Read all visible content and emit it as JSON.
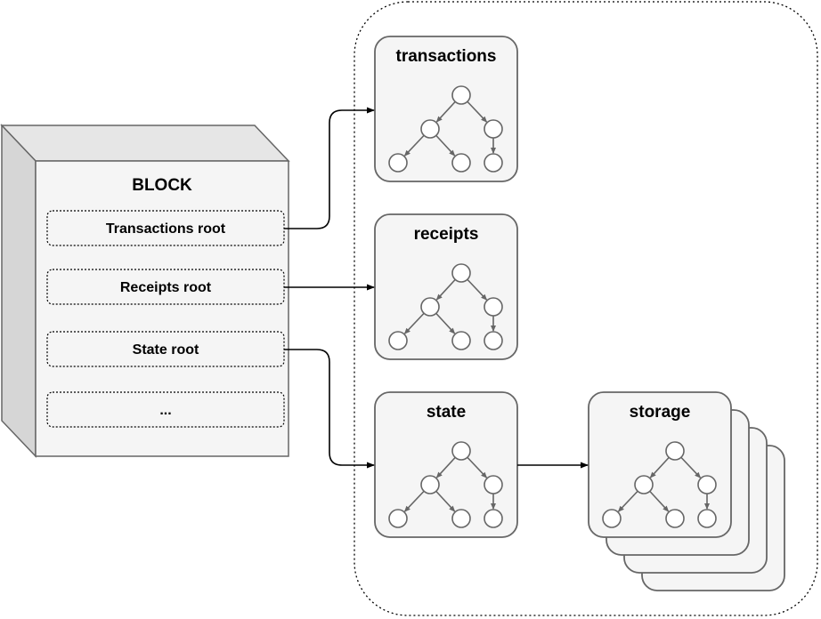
{
  "block": {
    "title": "BLOCK",
    "fields": [
      {
        "label": "Transactions root"
      },
      {
        "label": "Receipts root"
      },
      {
        "label": "State root"
      },
      {
        "label": "..."
      }
    ]
  },
  "tries": [
    {
      "name": "transactions"
    },
    {
      "name": "receipts"
    },
    {
      "name": "state"
    }
  ],
  "storage": {
    "name": "storage"
  },
  "colors": {
    "stroke": "#666666",
    "fill": "#f5f5f5",
    "block_side": "#d6d6d6",
    "block_top": "#e6e6e6",
    "arrow": "#000000"
  }
}
